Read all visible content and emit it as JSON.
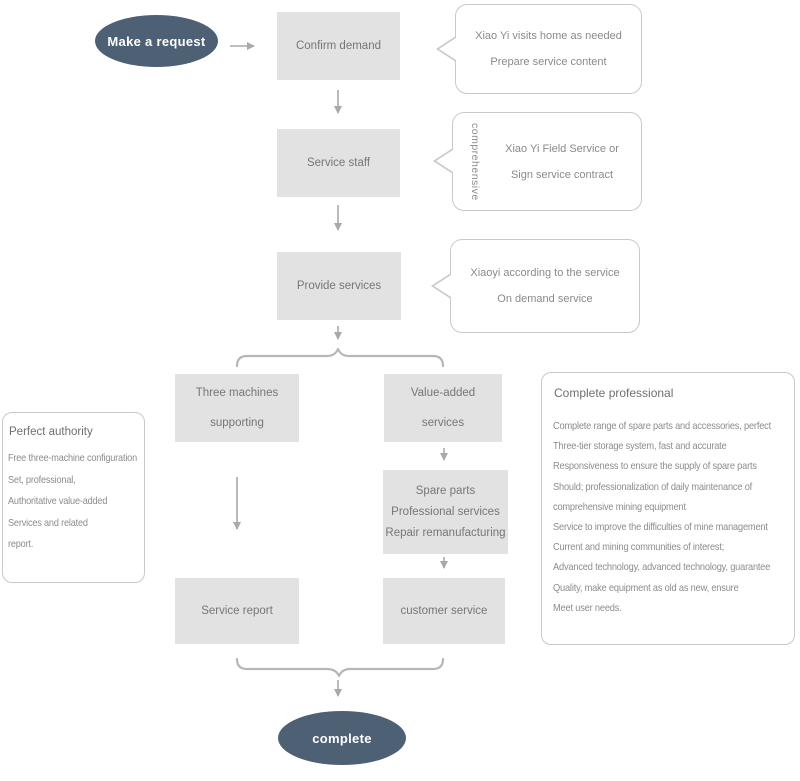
{
  "colors": {
    "terminal_fill": "#4d6074",
    "terminal_text": "#ffffff",
    "node_fill": "#e2e2e2",
    "node_text": "#767676",
    "connector": "#a9a9a9",
    "brace": "#b7b7b7",
    "outline": "#c9c9c9",
    "body_text": "#8c8c8c"
  },
  "terminals": {
    "start": {
      "label": "Make a request"
    },
    "end": {
      "label": "complete"
    }
  },
  "nodes": {
    "confirm_demand": {
      "lines": [
        "Confirm demand"
      ]
    },
    "service_staff": {
      "lines": [
        "Service staff"
      ]
    },
    "provide_services": {
      "lines": [
        "Provide services"
      ]
    },
    "three_machines": {
      "lines": [
        "Three machines",
        "supporting"
      ]
    },
    "value_added": {
      "lines": [
        "Value-added",
        "services"
      ]
    },
    "spare_parts": {
      "lines": [
        "Spare parts",
        "Professional services",
        "Repair remanufacturing"
      ]
    },
    "service_report": {
      "lines": [
        "Service report"
      ]
    },
    "customer_service": {
      "lines": [
        "customer service"
      ]
    }
  },
  "callouts": {
    "c1": {
      "lines": [
        "Xiao Yi visits home as needed",
        "Prepare service content"
      ]
    },
    "c2": {
      "side_label": "comprehensive",
      "lines": [
        "Xiao Yi Field Service or",
        "Sign service contract"
      ]
    },
    "c3": {
      "lines": [
        "Xiaoyi according to the service",
        "On demand service"
      ]
    }
  },
  "left_panel": {
    "title": "Perfect authority",
    "lines": [
      "Free three-machine configuration",
      "Set, professional,",
      "Authoritative value-added",
      "Services and related",
      "report."
    ]
  },
  "right_panel": {
    "title": "Complete professional",
    "lines": [
      "Complete range of spare parts and accessories, perfect",
      "Three-tier storage system, fast and accurate",
      "Responsiveness to ensure the supply of spare parts",
      "Should; professionalization of daily maintenance of",
      "comprehensive mining equipment",
      "Service to improve the difficulties of mine management",
      "Current and mining communities of interest;",
      "Advanced technology, advanced technology, guarantee",
      "Quality, make equipment as old as new, ensure",
      "Meet user needs."
    ]
  }
}
